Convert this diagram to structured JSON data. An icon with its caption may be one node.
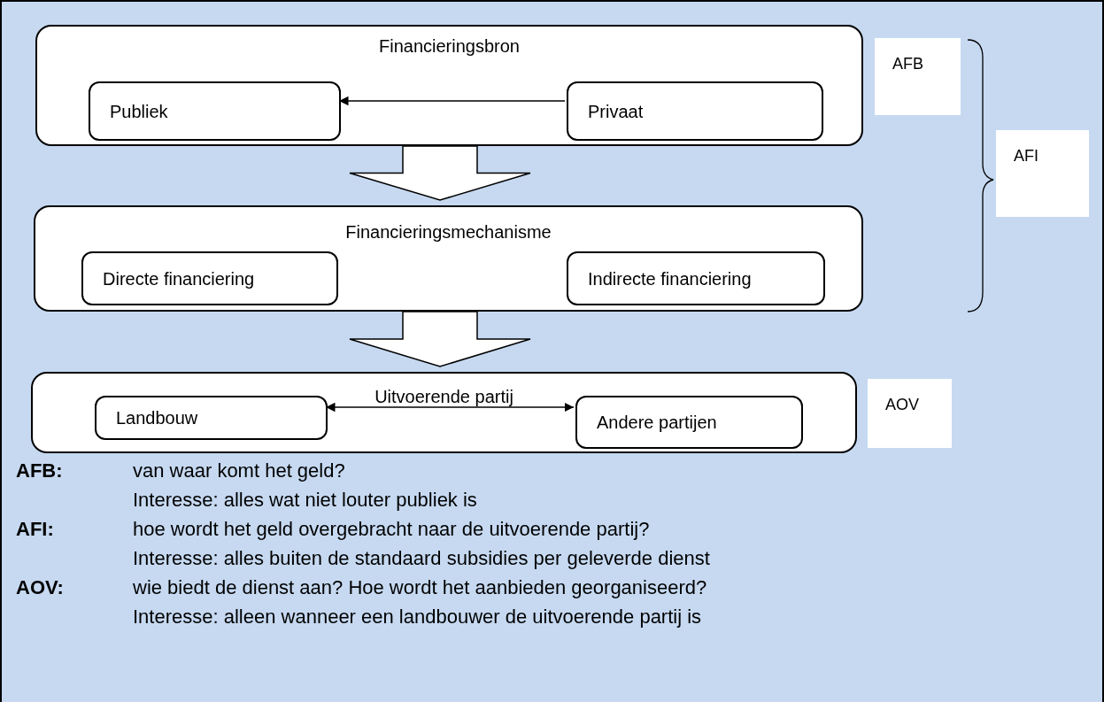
{
  "diagram": {
    "nodes": [
      {
        "text": [
          "Financieringsbron"
        ]
      },
      {
        "text": [
          "Publiek"
        ],
        "in": 0
      },
      {
        "text": [
          "Privaat"
        ],
        "in": 0
      },
      {
        "text": [
          "Financieringsmechanisme"
        ]
      },
      {
        "text": [
          "Directe financiering"
        ],
        "in": 3
      },
      {
        "text": [
          "Indirecte financiering"
        ],
        "in": 3
      },
      {
        "text": [
          "Uitvoerende partij"
        ]
      },
      {
        "text": [
          "Landbouw"
        ],
        "in": 6
      },
      {
        "text": [
          "Andere partijen"
        ],
        "in": 6
      },
      {
        "text": [
          "AFB"
        ]
      },
      {
        "text": [
          "AFI"
        ]
      },
      {
        "text": [
          "AOV"
        ]
      }
    ],
    "edges": [
      {
        "from": 2,
        "to": 1,
        "arrow": "to"
      },
      {
        "from": 0,
        "to": 3,
        "arrow": "to",
        "style": "thick"
      },
      {
        "from": 3,
        "to": 6,
        "arrow": "to",
        "style": "thick"
      },
      {
        "from": 7,
        "to": 8,
        "arrow": "both"
      }
    ],
    "labels": [
      "AFB:",
      "van waar komt het geld?",
      "Interesse: alles wat niet louter publiek is",
      "AFI:",
      "hoe wordt het geld overgebracht naar de uitvoerende partij?",
      "Interesse: alles buiten de standaard subsidies per geleverde dienst",
      "AOV:",
      "wie biedt de dienst aan? Hoe wordt het aanbieden georganiseerd?",
      "Interesse: alleen wanneer een landbouwer de uitvoerende partij is"
    ]
  }
}
